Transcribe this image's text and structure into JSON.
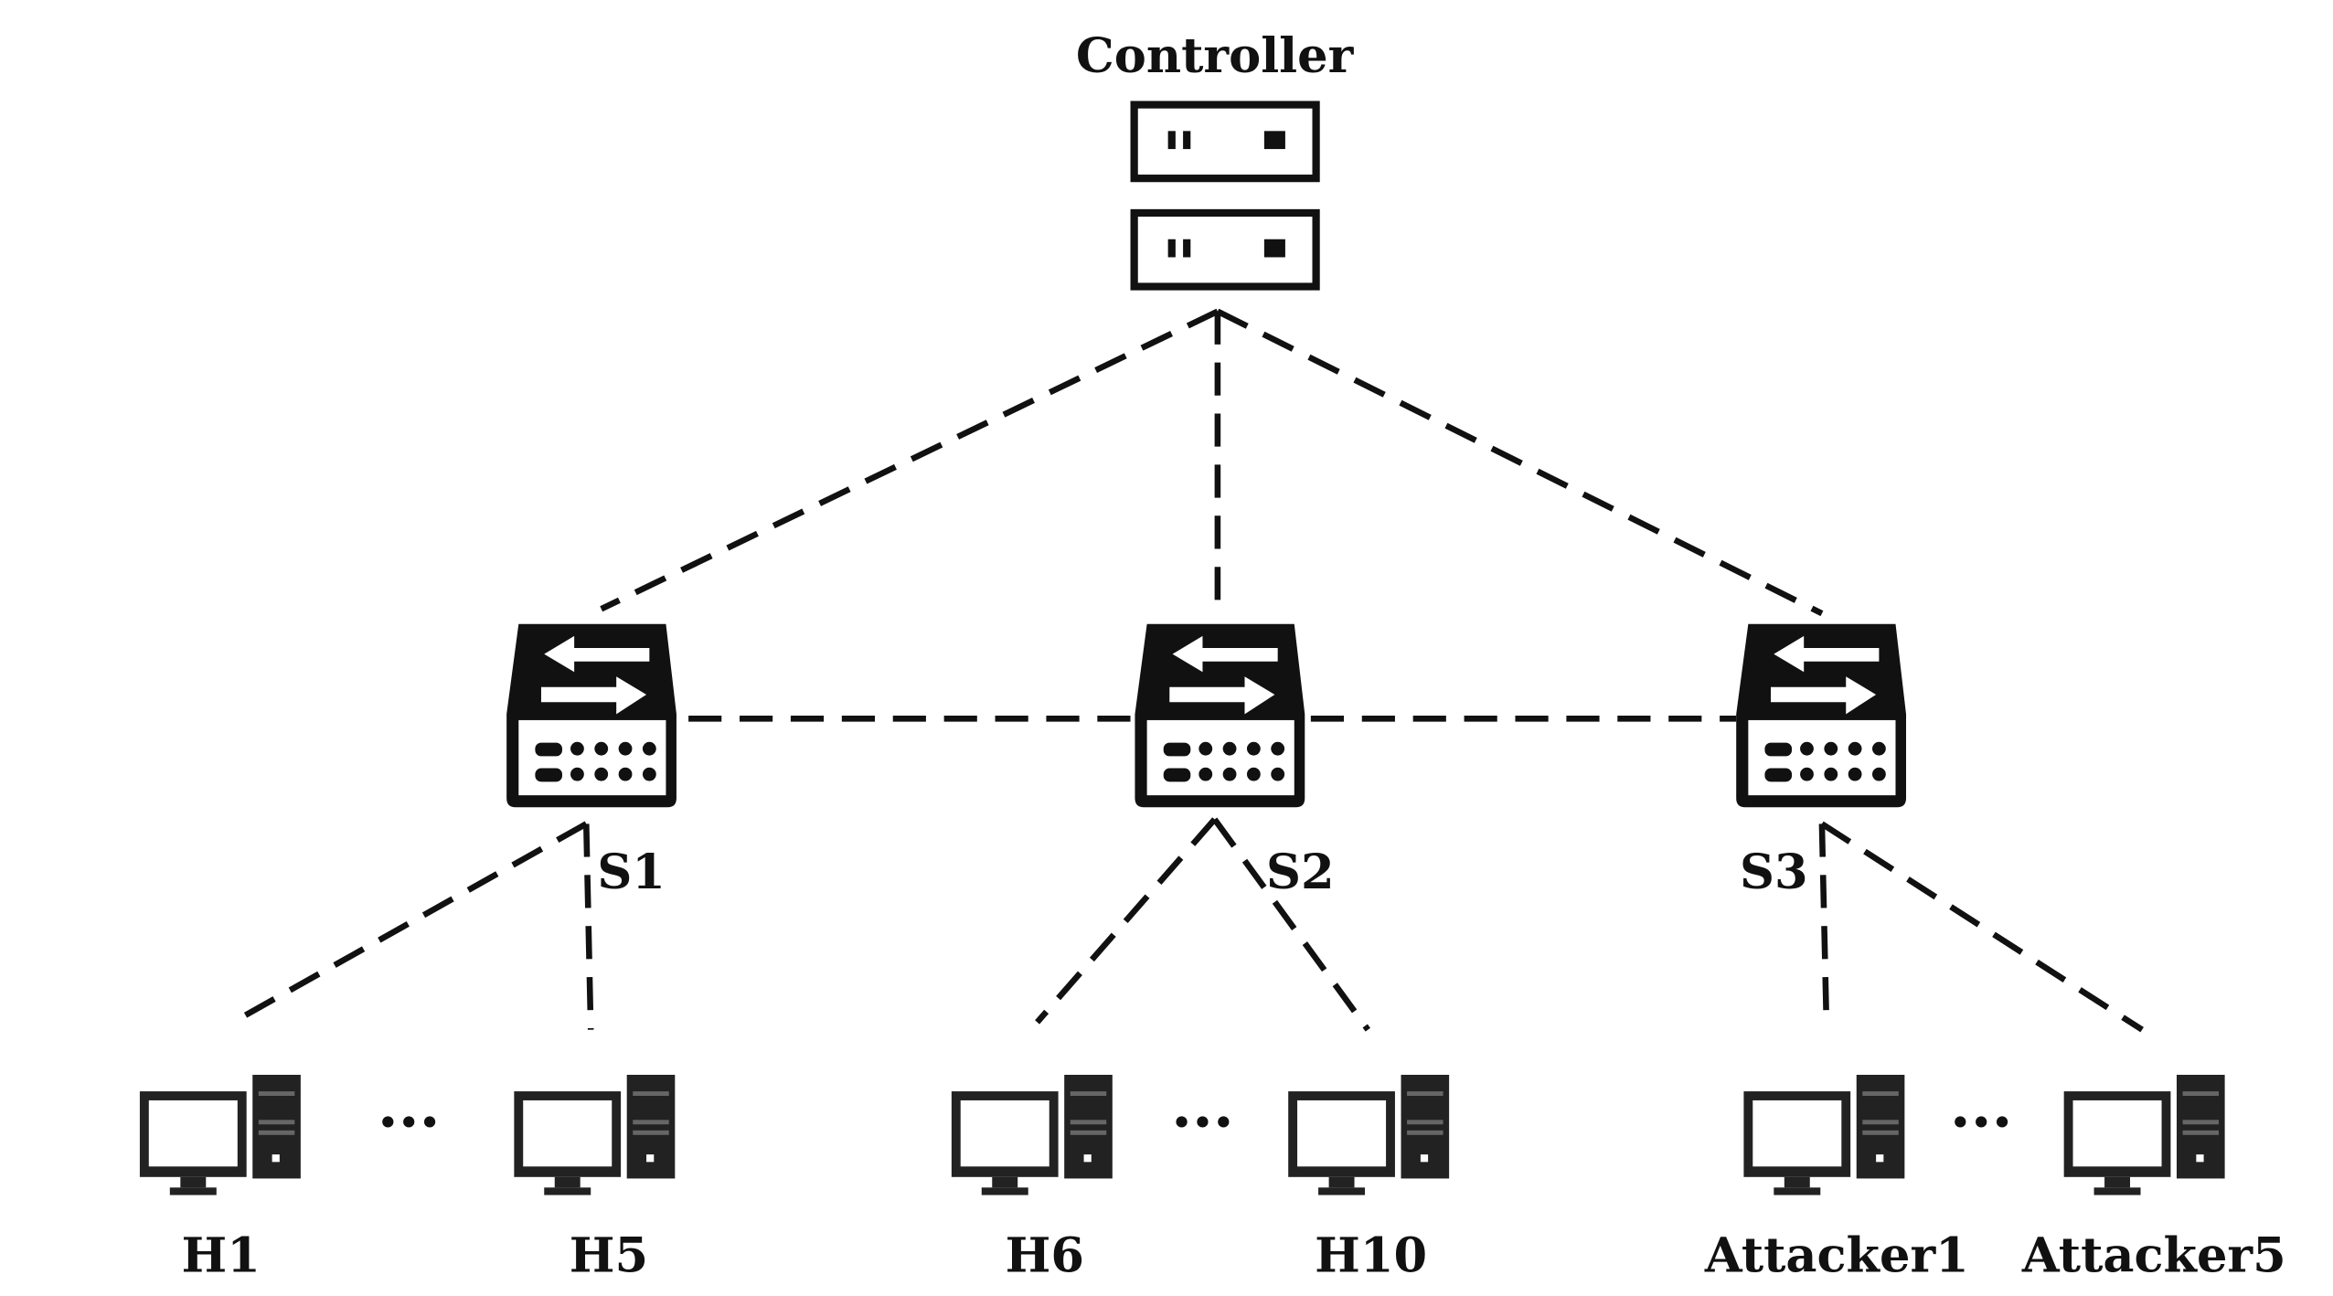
{
  "controller": {
    "label": "Controller",
    "icon": "server-rack-icon"
  },
  "switches": [
    {
      "label": "S1",
      "icon": "network-switch-icon"
    },
    {
      "label": "S2",
      "icon": "network-switch-icon"
    },
    {
      "label": "S3",
      "icon": "network-switch-icon"
    }
  ],
  "hosts": [
    {
      "label": "H1",
      "icon": "desktop-computer-icon"
    },
    {
      "label": "H5",
      "icon": "desktop-computer-icon"
    },
    {
      "label": "H6",
      "icon": "desktop-computer-icon"
    },
    {
      "label": "H10",
      "icon": "desktop-computer-icon"
    },
    {
      "label": "Attacker1",
      "icon": "desktop-computer-icon"
    },
    {
      "label": "Attacker5",
      "icon": "desktop-computer-icon"
    }
  ],
  "ellipsis": "···",
  "link_style": "dashed"
}
